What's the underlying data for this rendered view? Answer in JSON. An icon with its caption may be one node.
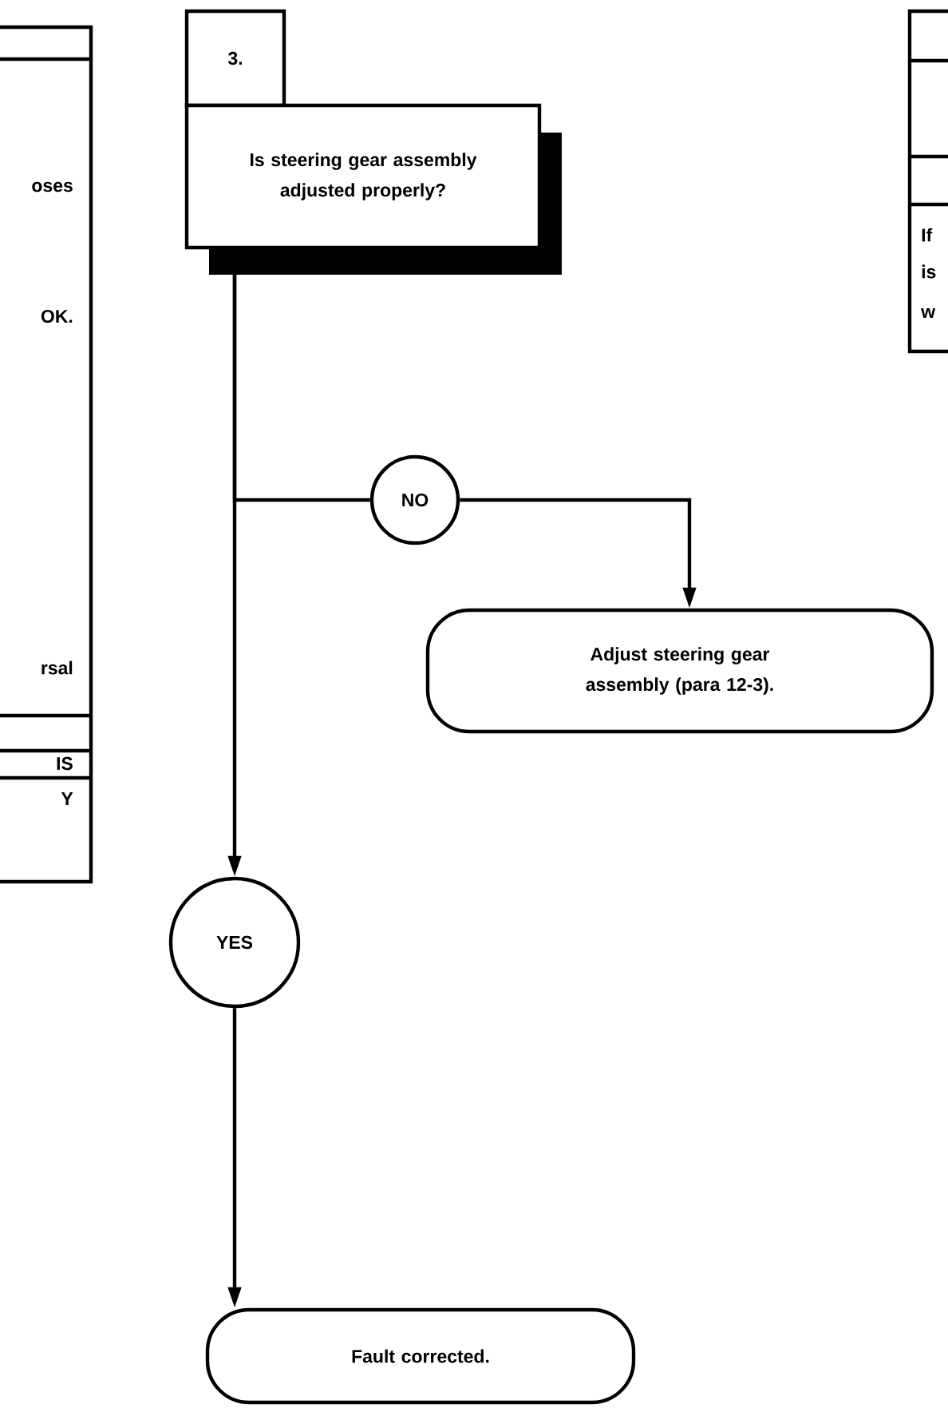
{
  "diagram": {
    "nodes": [
      {
        "text": [
          "3."
        ]
      },
      {
        "text": [
          "Is steering gear assembly adjusted properly?"
        ]
      },
      {
        "text": [
          "NO"
        ]
      },
      {
        "text": [
          "Adjust steering gear assembly (para 12-3)."
        ]
      },
      {
        "text": [
          "YES"
        ]
      },
      {
        "text": [
          "Fault corrected."
        ]
      }
    ],
    "edges": [
      {
        "from": 1,
        "to": 4,
        "arrow": "to"
      },
      {
        "from": 1,
        "to": 2,
        "arrow": "none"
      },
      {
        "from": 2,
        "to": 3,
        "arrow": "to"
      },
      {
        "from": 4,
        "to": 5,
        "arrow": "to"
      }
    ],
    "labels": [
      "oses",
      "OK.",
      "rsal",
      "IS",
      "Y",
      "If",
      "is",
      "w"
    ]
  }
}
